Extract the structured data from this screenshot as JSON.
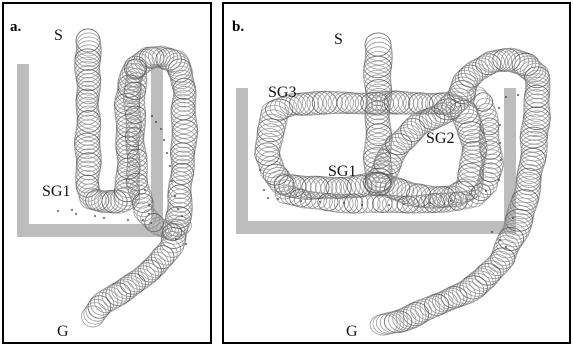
{
  "panels": [
    {
      "label": "a.",
      "labels": [
        "S",
        "SG1",
        "G"
      ]
    },
    {
      "label": "b.",
      "labels": [
        "S",
        "SG3",
        "SG2",
        "SG1",
        "G"
      ]
    }
  ]
}
